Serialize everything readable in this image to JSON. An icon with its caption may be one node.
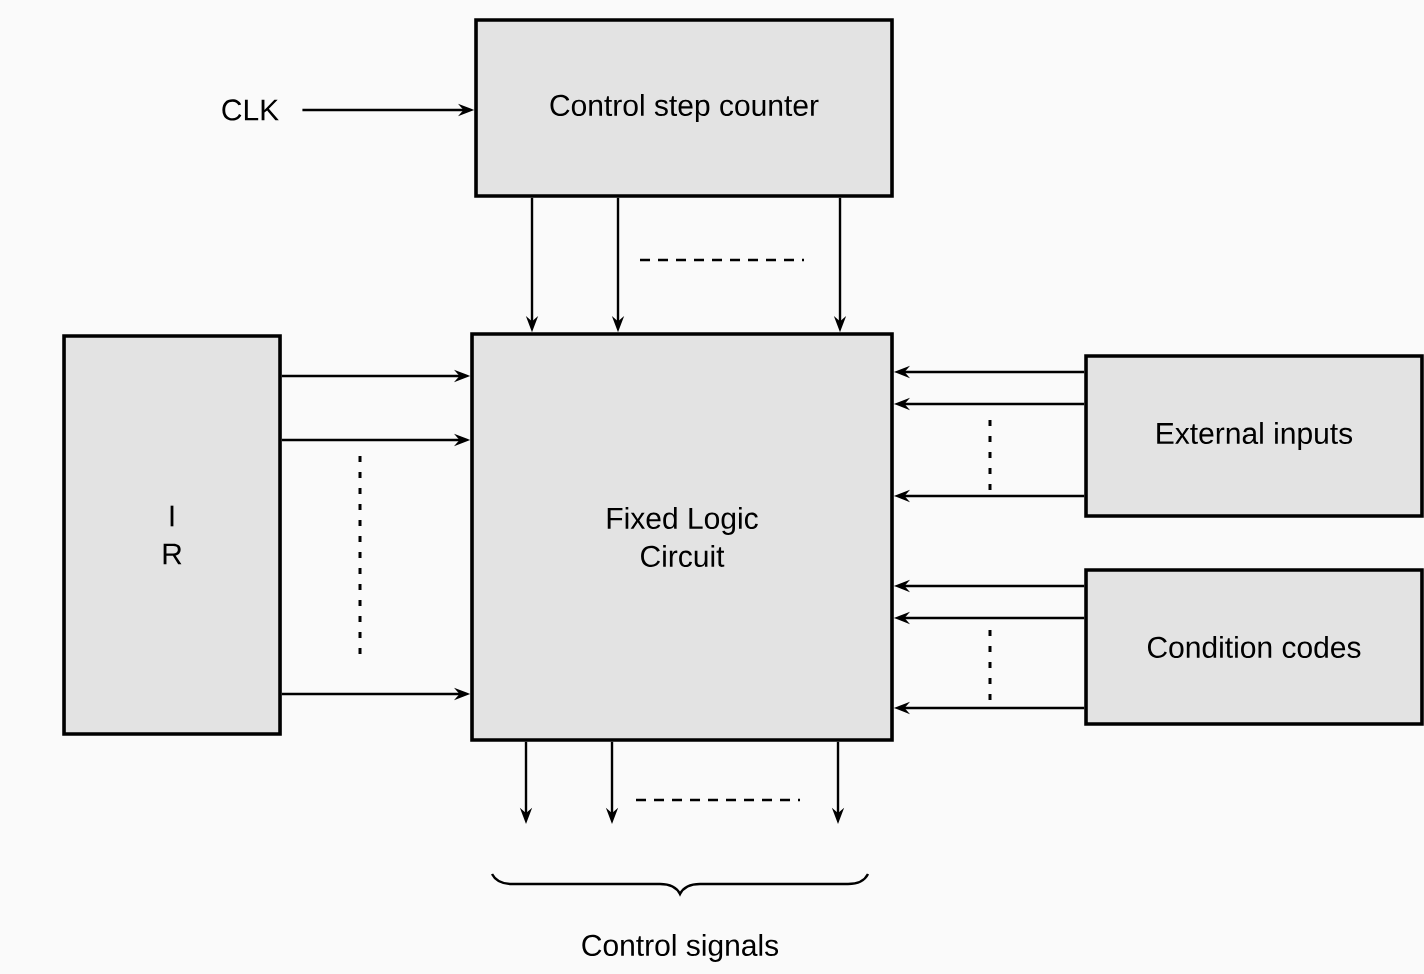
{
  "diagram": {
    "nodes": [
      {
        "text": [
          "CLK"
        ]
      },
      {
        "text": [
          "Control step counter"
        ]
      },
      {
        "text": [
          "I R"
        ]
      },
      {
        "text": [
          "Fixed Logic Circuit"
        ]
      },
      {
        "text": [
          "External inputs"
        ]
      },
      {
        "text": [
          "Condition codes"
        ]
      }
    ],
    "edges": [
      {
        "from": 0,
        "to": 1,
        "arrow": "to"
      },
      {
        "from": 1,
        "to": 3,
        "arrow": "to"
      },
      {
        "from": 1,
        "to": 3,
        "arrow": "to"
      },
      {
        "from": 1,
        "to": 3,
        "arrow": "to"
      },
      {
        "from": 2,
        "to": 3,
        "arrow": "to"
      },
      {
        "from": 2,
        "to": 3,
        "arrow": "to"
      },
      {
        "from": 2,
        "to": 3,
        "arrow": "to"
      },
      {
        "from": 4,
        "to": 3,
        "arrow": "to"
      },
      {
        "from": 4,
        "to": 3,
        "arrow": "to"
      },
      {
        "from": 4,
        "to": 3,
        "arrow": "to"
      },
      {
        "from": 5,
        "to": 3,
        "arrow": "to"
      },
      {
        "from": 5,
        "to": 3,
        "arrow": "to"
      },
      {
        "from": 5,
        "to": 3,
        "arrow": "to"
      },
      {
        "from": 3,
        "to": null,
        "arrow": "to"
      },
      {
        "from": 3,
        "to": null,
        "arrow": "to"
      },
      {
        "from": 3,
        "to": null,
        "arrow": "to"
      }
    ],
    "labels": [
      "Control signals"
    ]
  }
}
